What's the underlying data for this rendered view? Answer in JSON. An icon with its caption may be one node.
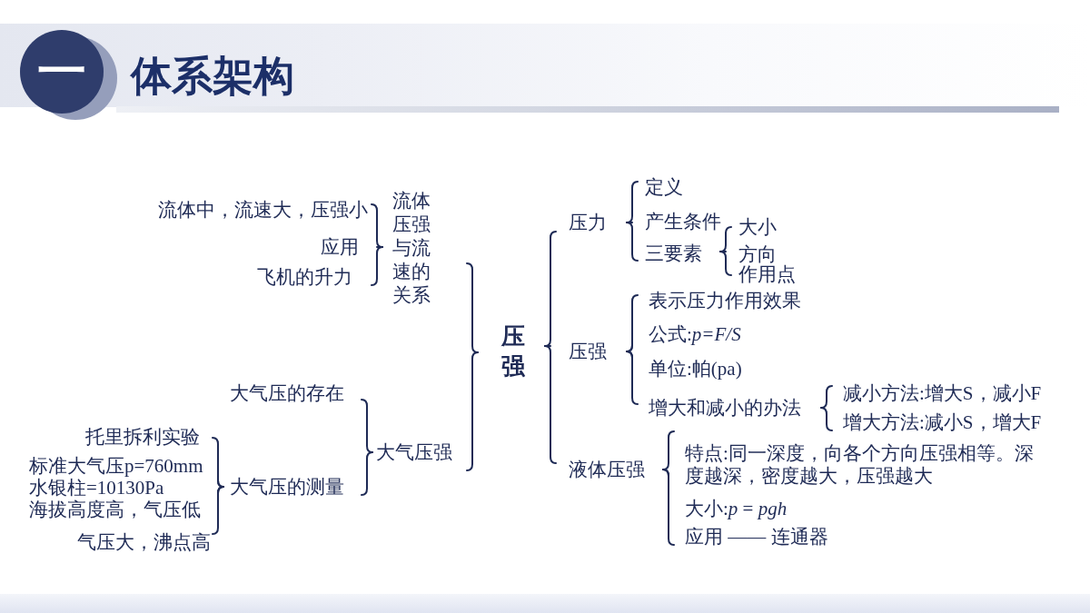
{
  "diagram": {
    "title": "体系架构",
    "nodes": [
      {
        "text": [
          "一"
        ]
      },
      {
        "text": [
          "压强"
        ]
      },
      {
        "text": [
          "流体压强与流速的关系"
        ]
      },
      {
        "text": [
          "流体中，流速大，压强小"
        ]
      },
      {
        "text": [
          "应用"
        ]
      },
      {
        "text": [
          "飞机的升力"
        ]
      },
      {
        "text": [
          "大气压强"
        ]
      },
      {
        "text": [
          "大气压的存在"
        ]
      },
      {
        "text": [
          "大气压的测量"
        ]
      },
      {
        "text": [
          "托里拆利实验"
        ]
      },
      {
        "text": [
          "标准大气压p=760mm水银柱=10130Pa"
        ]
      },
      {
        "text": [
          "海拔高度高，气压低"
        ]
      },
      {
        "text": [
          "气压大，沸点高"
        ]
      },
      {
        "text": [
          "压力"
        ]
      },
      {
        "text": [
          "定义"
        ]
      },
      {
        "text": [
          "产生条件"
        ]
      },
      {
        "text": [
          "三要素"
        ]
      },
      {
        "text": [
          "大小"
        ]
      },
      {
        "text": [
          "方向"
        ]
      },
      {
        "text": [
          "作用点"
        ]
      },
      {
        "text": [
          "压强"
        ]
      },
      {
        "text": [
          "表示压力作用效果"
        ]
      },
      {
        "text": [
          "公式:*p=F/S*"
        ]
      },
      {
        "text": [
          "单位:帕(pa)"
        ]
      },
      {
        "text": [
          "增大和减小的办法"
        ]
      },
      {
        "text": [
          "减小方法:增大S，减小F"
        ]
      },
      {
        "text": [
          "增大方法:减小S，增大F"
        ]
      },
      {
        "text": [
          "液体压强"
        ]
      },
      {
        "text": [
          "特点:同一深度，向各个方向压强相等。深度越深，密度越大，压强越大"
        ]
      },
      {
        "text": [
          "大小:*p* = *pgh*"
        ]
      },
      {
        "text": [
          "应用 —— 连通器"
        ]
      }
    ],
    "edges": [
      {
        "from": 1,
        "to": 2,
        "arrow": "none"
      },
      {
        "from": 1,
        "to": 6,
        "arrow": "none"
      },
      {
        "from": 2,
        "to": 3,
        "arrow": "none"
      },
      {
        "from": 2,
        "to": 4,
        "arrow": "none"
      },
      {
        "from": 2,
        "to": 5,
        "arrow": "none"
      },
      {
        "from": 6,
        "to": 7,
        "arrow": "none"
      },
      {
        "from": 6,
        "to": 8,
        "arrow": "none"
      },
      {
        "from": 8,
        "to": 9,
        "arrow": "none"
      },
      {
        "from": 8,
        "to": 10,
        "arrow": "none"
      },
      {
        "from": 8,
        "to": 11,
        "arrow": "none"
      },
      {
        "from": 8,
        "to": 12,
        "arrow": "none"
      },
      {
        "from": 1,
        "to": 13,
        "arrow": "none"
      },
      {
        "from": 1,
        "to": 20,
        "arrow": "none"
      },
      {
        "from": 1,
        "to": 27,
        "arrow": "none"
      },
      {
        "from": 13,
        "to": 14,
        "arrow": "none"
      },
      {
        "from": 13,
        "to": 15,
        "arrow": "none"
      },
      {
        "from": 13,
        "to": 16,
        "arrow": "none"
      },
      {
        "from": 16,
        "to": 17,
        "arrow": "none"
      },
      {
        "from": 16,
        "to": 18,
        "arrow": "none"
      },
      {
        "from": 16,
        "to": 19,
        "arrow": "none"
      },
      {
        "from": 20,
        "to": 21,
        "arrow": "none"
      },
      {
        "from": 20,
        "to": 22,
        "arrow": "none"
      },
      {
        "from": 20,
        "to": 23,
        "arrow": "none"
      },
      {
        "from": 20,
        "to": 24,
        "arrow": "none"
      },
      {
        "from": 24,
        "to": 25,
        "arrow": "none"
      },
      {
        "from": 24,
        "to": 26,
        "arrow": "none"
      },
      {
        "from": 27,
        "to": 28,
        "arrow": "none"
      },
      {
        "from": 27,
        "to": 29,
        "arrow": "none"
      },
      {
        "from": 27,
        "to": 30,
        "arrow": "none"
      }
    ]
  }
}
